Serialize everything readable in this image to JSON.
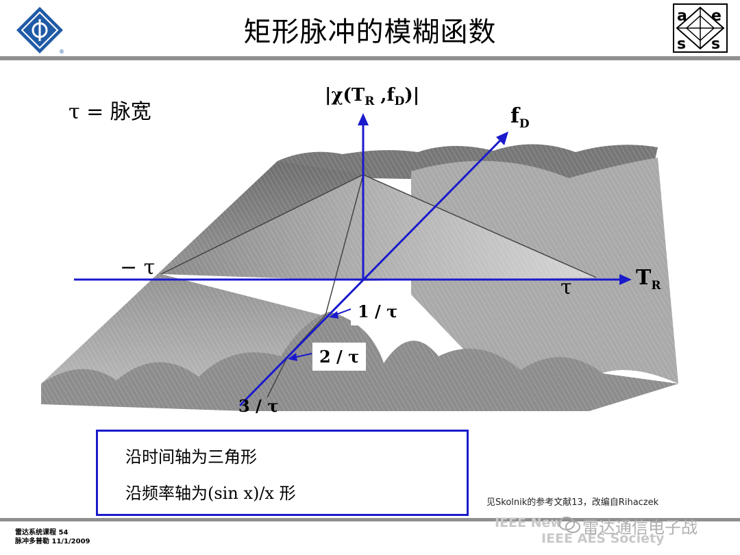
{
  "slide": {
    "title": "矩形脉冲的模糊函数",
    "tau_definition": "τ = 脉宽"
  },
  "axes": {
    "vertical_label": "|χ(T",
    "vertical_sub_r": "R",
    "vertical_comma": " ,f",
    "vertical_sub_d": "D",
    "vertical_close": ")|",
    "doppler_label": "f",
    "doppler_sub": "D",
    "range_label": "T",
    "range_sub": "R",
    "neg_tau": "− τ",
    "pos_tau": "τ",
    "freq_1": "1 / τ",
    "freq_2": "2 / τ",
    "freq_3": "3 / τ"
  },
  "info_box": {
    "line1": "沿时间轴为三角形",
    "line2": "沿频率轴为(sin x)/x 形"
  },
  "reference": "见Skolnik的参考文献13，改编自Rihaczek",
  "footer": {
    "line1": "雷达系统课程  54",
    "line2": "脉冲多普勒  11/1/2009"
  },
  "branding": {
    "ieee_line1": "IEEE New",
    "ieee_line2": "IEEE AES Society",
    "logo_letters": [
      "a",
      "e",
      "s",
      "s"
    ],
    "watermark_text": "雷达通信电子战"
  },
  "colors": {
    "axis_blue": "#1a1acc",
    "surface_gray": "#9a9a9a",
    "rule_gray": "#8f8f8f",
    "logo_blue": "#1f5aa6"
  }
}
